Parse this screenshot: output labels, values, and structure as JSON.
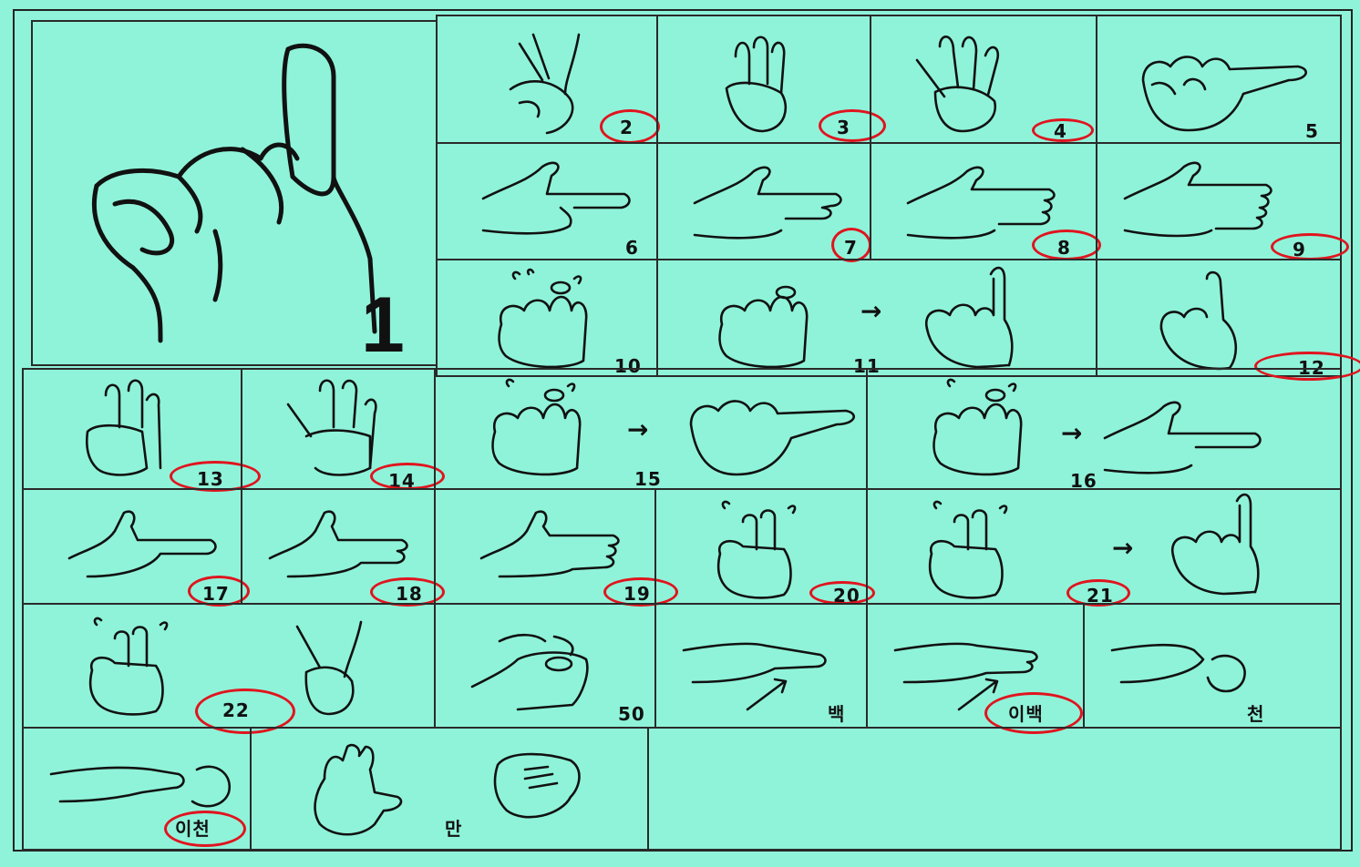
{
  "background_color": "#8ff3d9",
  "ring_color": "#e0141e",
  "signs": {
    "s1": "1",
    "s2": "2",
    "s3": "3",
    "s4": "4",
    "s5": "5",
    "s6": "6",
    "s7": "7",
    "s8": "8",
    "s9": "9",
    "s10": "10",
    "s11": "11",
    "s12": "12",
    "s13": "13",
    "s14": "14",
    "s15": "15",
    "s16": "16",
    "s17": "17",
    "s18": "18",
    "s19": "19",
    "s20": "20",
    "s21": "21",
    "s22": "22",
    "s50": "50",
    "baek": "백",
    "ibaek": "이백",
    "cheon": "천",
    "icheon": "이천",
    "man": "만"
  },
  "arrow_glyph": "→"
}
